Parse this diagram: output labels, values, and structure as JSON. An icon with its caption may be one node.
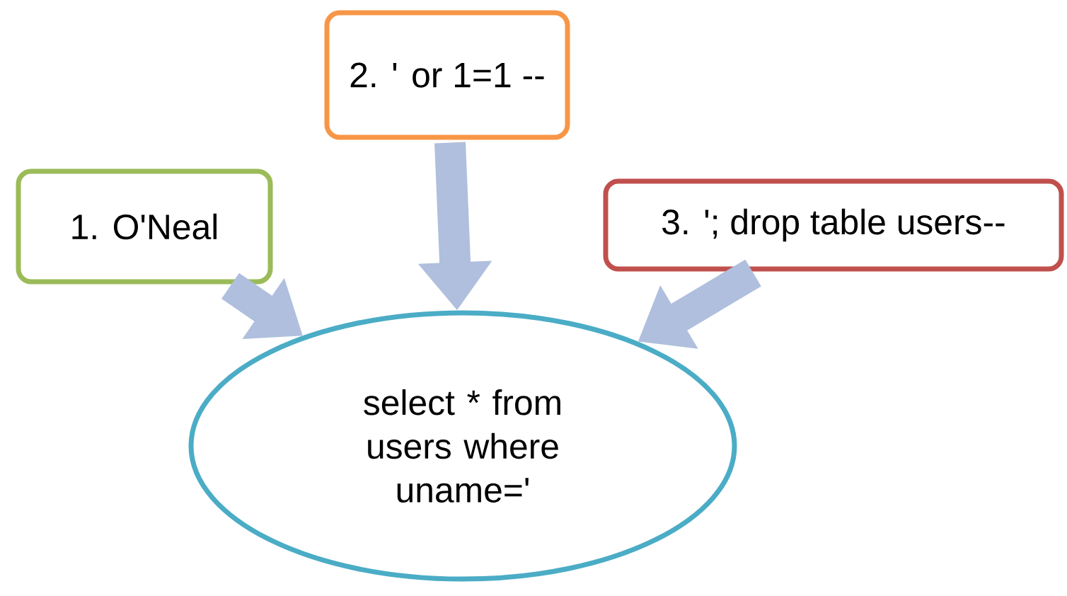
{
  "diagram": {
    "nodes": [
      {
        "text": [
          "1. O'Neal"
        ]
      },
      {
        "text": [
          "2. ' or 1=1 --"
        ]
      },
      {
        "text": [
          "3. '; drop table users--"
        ]
      },
      {
        "text": [
          "select * from users where uname='"
        ]
      }
    ],
    "edges": [
      {
        "from": 0,
        "to": 3,
        "arrow": "to"
      },
      {
        "from": 1,
        "to": 3,
        "arrow": "to"
      },
      {
        "from": 2,
        "to": 3,
        "arrow": "to"
      }
    ]
  }
}
